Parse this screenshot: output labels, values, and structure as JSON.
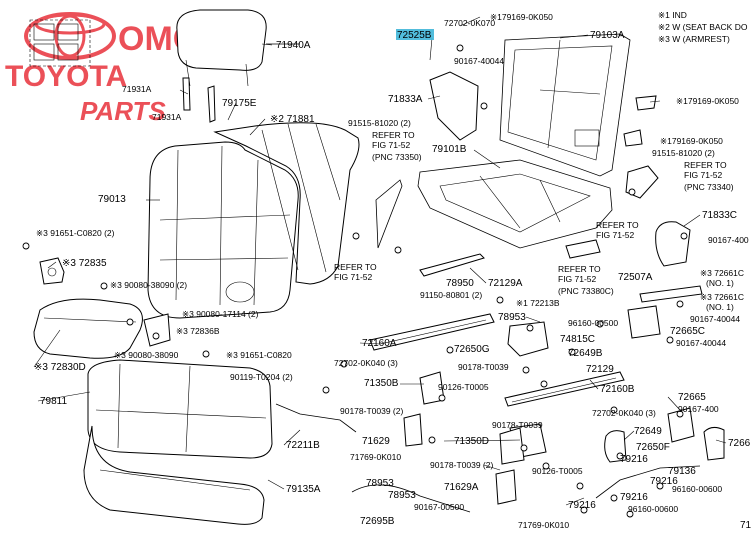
{
  "watermark": {
    "line1": "OMC",
    "line2": "TOYOTA",
    "line3": "PARTS",
    "color": "#e8323c"
  },
  "highlight_color": "#3fb6d8",
  "legend": [
    "※1 IND",
    "※2 W (SEAT BACK DO",
    "※3 W (ARMREST)"
  ],
  "labels": [
    "71940A",
    "71931A",
    "71931A",
    "79175E",
    "※2 71881",
    "79013",
    "※3 91651-C0820 (2)",
    "※3 72835",
    "※3 90080-38090 (2)",
    "※3 72830D",
    "※3 90080-38090",
    "※3 72836B",
    "※3 90080-17114 (2)",
    "※3 91651-C0820",
    "79811",
    "90119-T0204 (2)",
    "72211B",
    "79135A",
    "78953",
    "78953",
    "72695B",
    "90167-00500",
    "72525B",
    "72702-0K070",
    "※179169-0K050",
    "79103A",
    "90167-40044",
    "71833A",
    "91515-81020 (2)",
    "REFER TO",
    "FIG 71-52",
    "(PNC 73350)",
    "79101B",
    "※179169-0K050",
    "※179169-0K050",
    "91515-81020 (2)",
    "REFER TO",
    "FIG 71-52",
    "(PNC 73340)",
    "71833C",
    "90167-400",
    "REFER TO",
    "FIG 71-52",
    "REFER TO",
    "FIG 71-52",
    "REFER TO",
    "FIG 71-52",
    "(PNC 73380C)",
    "78950",
    "72129A",
    "91150-80801 (2)",
    "※1 72213B",
    "78953",
    "96160-00500",
    "74815C",
    "72649B",
    "72507A",
    "※3 72661C",
    "(NO. 1)",
    "※3 72661C",
    "(NO. 1)",
    "90167-40044",
    "72665C",
    "90167-40044",
    "72160A",
    "72702-0K040 (3)",
    "72650G",
    "71350B",
    "90178-T0039",
    "90126-T0005",
    "90178-T0039 (2)",
    "72160B",
    "72129",
    "72702-0K040 (3)",
    "71629",
    "71769-0K010",
    "71350D",
    "90178-T0039",
    "72649",
    "90178-T0039 (2)",
    "90126-T0005",
    "71629A",
    "71769-0K010",
    "79216",
    "79216",
    "72650F",
    "79216",
    "79136",
    "79216",
    "72665",
    "90167-400",
    "7266",
    "96160-00600",
    "96160-00600",
    "71"
  ]
}
